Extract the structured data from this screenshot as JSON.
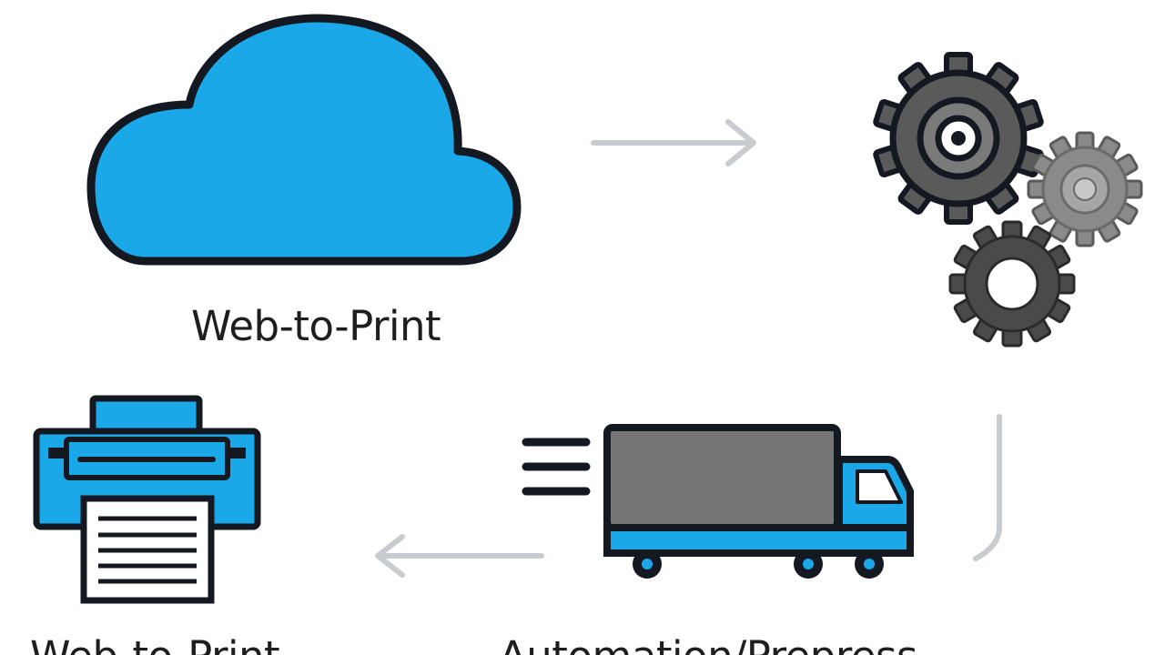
{
  "labels": {
    "cloud": "Web-to-Print",
    "printer_cut": "Web-to-Print",
    "truck_cut": "Automation/Prepress"
  },
  "icons": [
    "cloud-icon",
    "gears-icon",
    "delivery-truck-icon",
    "printer-icon"
  ],
  "colors": {
    "accent_blue": "#1aa8e8",
    "outline": "#141820",
    "gear_dark": "#5a5a5a",
    "gear_light": "#8a8a8a",
    "truck_cargo": "#767676",
    "arrow": "#c8ccd0",
    "text": "#1e1e1e"
  }
}
